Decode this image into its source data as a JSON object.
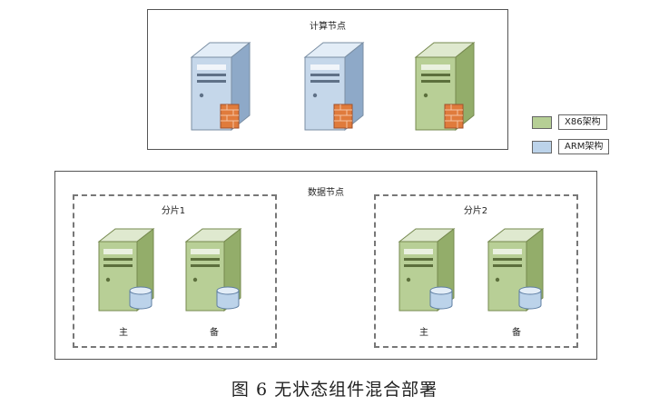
{
  "compute_node": {
    "title": "计算节点"
  },
  "data_node": {
    "title": "数据节点",
    "shards": [
      {
        "title": "分片1",
        "primary": "主",
        "backup": "备"
      },
      {
        "title": "分片2",
        "primary": "主",
        "backup": "备"
      }
    ]
  },
  "legend": [
    {
      "label": "X86架构",
      "color": "#b6cf95"
    },
    {
      "label": "ARM架构",
      "color": "#bcd3ea"
    }
  ],
  "caption": "图 6   无状态组件混合部署"
}
